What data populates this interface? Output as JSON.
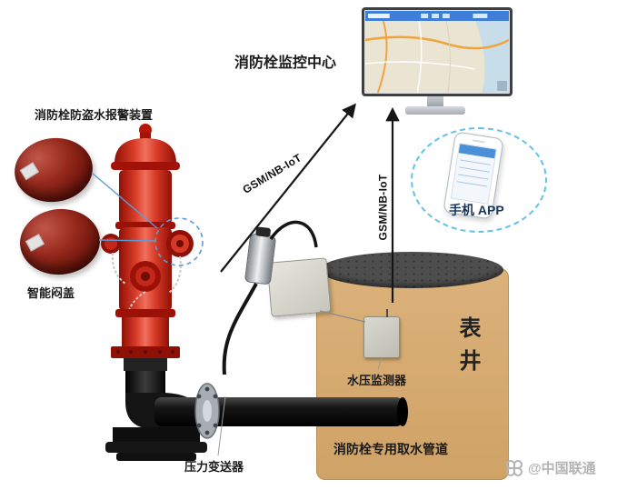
{
  "labels": {
    "monitoring_center": "消防栓监控中心",
    "alarm_device": "消防栓防盗水报警装置",
    "smart_cap": "智能闷盖",
    "gsm_link_hydrant": "GSM/NB-IoT",
    "gsm_link_sensor": "GSM/NB-IoT",
    "phone_app": "手机 APP",
    "meter_well": "表井",
    "water_pressure_monitor": "水压监测器",
    "pressure_transmitter": "压力变送器",
    "water_pipe": "消防栓专用取水管道",
    "watermark": "@中国联通"
  },
  "colors": {
    "hydrant_red": "#d63a26",
    "cap_dark_red": "#7a1a10",
    "well_tan": "#d2a56d",
    "well_cover_gray": "#4e4e4e",
    "dashed_ellipse_blue": "#63c3e6",
    "callout_blue": "#5b9bd5",
    "arrow_black": "#161616",
    "watermark_gray": "#b3b3b3"
  }
}
